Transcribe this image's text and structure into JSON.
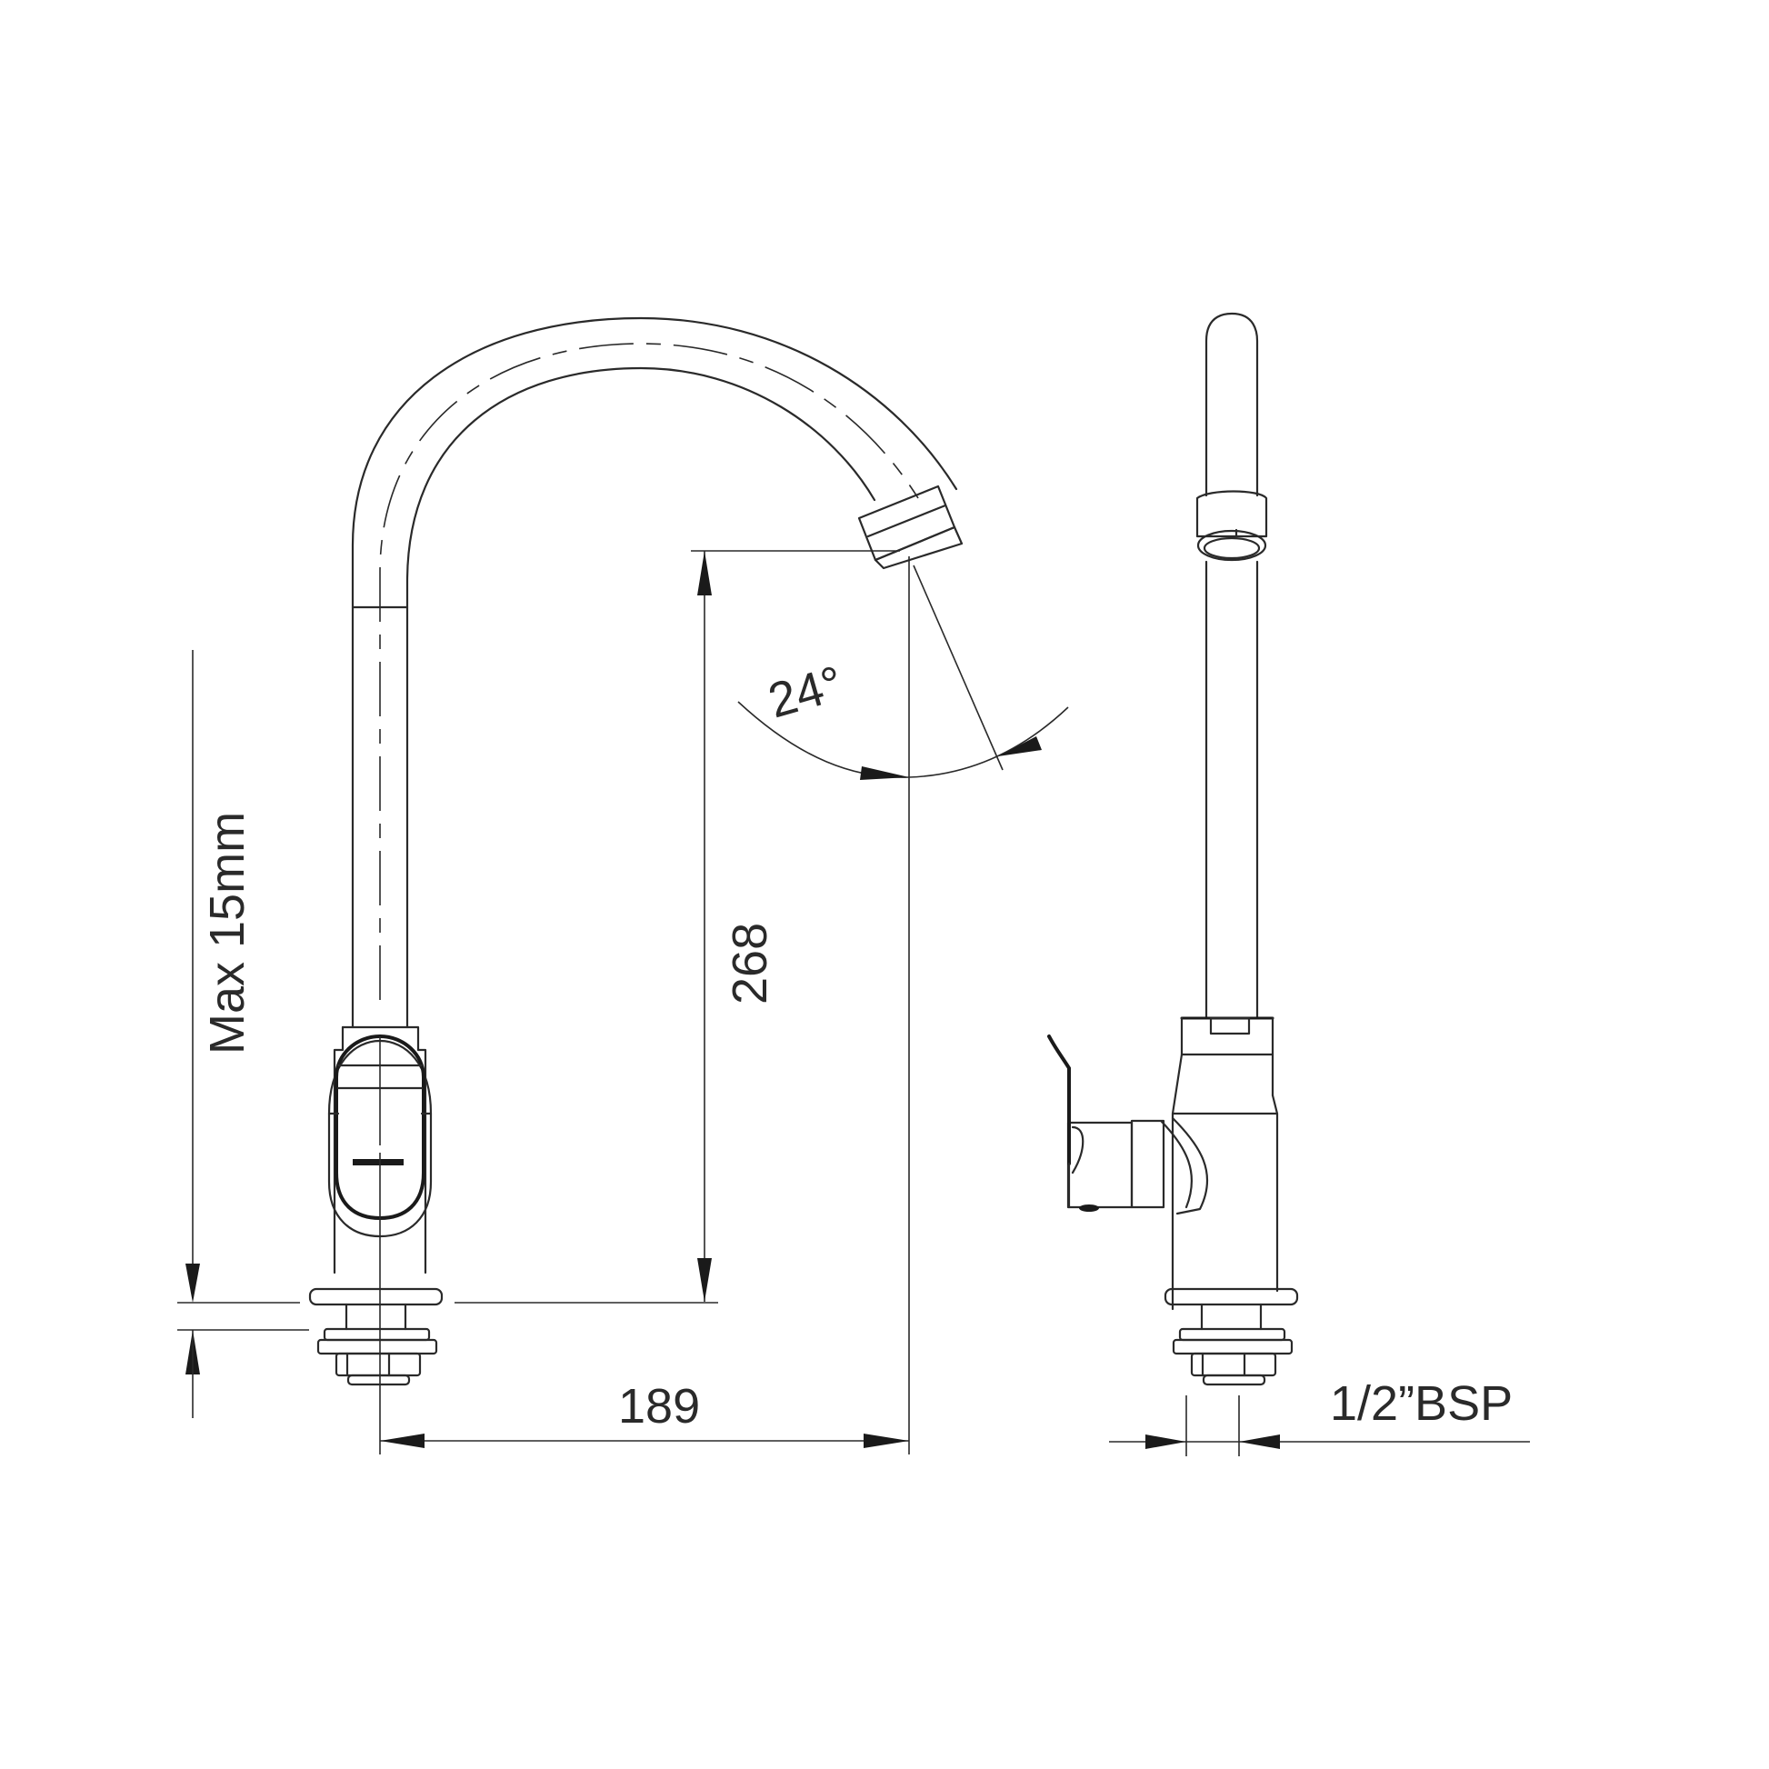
{
  "drawing": {
    "title": "Kitchen faucet dimension drawing",
    "views": [
      "front-view",
      "side-view"
    ],
    "line_color": "#2a2a2a",
    "background": "#ffffff"
  },
  "dimensions": {
    "max_thickness": "Max 15mm",
    "spout_height": "268",
    "spout_reach": "189",
    "swivel_angle": "24°",
    "thread_size": "1/2”BSP"
  }
}
